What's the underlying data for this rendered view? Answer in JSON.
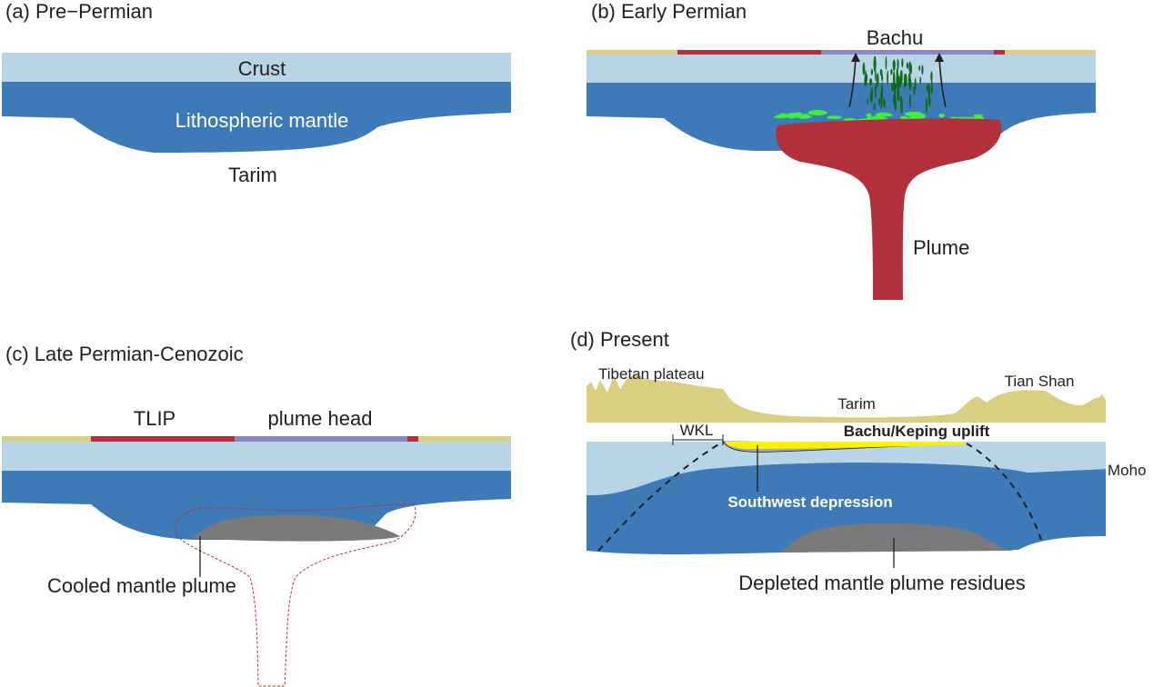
{
  "colors": {
    "crust": "#b8d5e6",
    "mantle": "#3f7ab8",
    "plume": "#b1303a",
    "volcanic_red": "#b1303a",
    "plume_head_surface": "#8e86c3",
    "sediment": "#d9cf80",
    "cooled_plume": "#7a7a7a",
    "uplift_yellow": "#fff200",
    "dike_green": "#0d6b1a",
    "sill_green": "#3ef03a",
    "text": "#231f20"
  },
  "panels": {
    "a": {
      "title": "(a) Pre−Permian",
      "labels": {
        "crust": "Crust",
        "mantle": "Lithospheric mantle",
        "tarim": "Tarim"
      }
    },
    "b": {
      "title": "(b) Early Permian",
      "labels": {
        "bachu": "Bachu",
        "plume": "Plume"
      }
    },
    "c": {
      "title": "(c) Late Permian-Cenozoic",
      "labels": {
        "tlip": "TLIP",
        "plume_head": "plume head",
        "cooled": "Cooled mantle plume"
      }
    },
    "d": {
      "title": "(d) Present",
      "labels": {
        "tibet": "Tibetan plateau",
        "tarim": "Tarim",
        "tianshan": "Tian Shan",
        "wkl": "WKL",
        "uplift": "Bachu/Keping uplift",
        "moho": "Moho",
        "sw_depression": "Southwest depression",
        "residues": "Depleted mantle plume  residues"
      }
    }
  }
}
